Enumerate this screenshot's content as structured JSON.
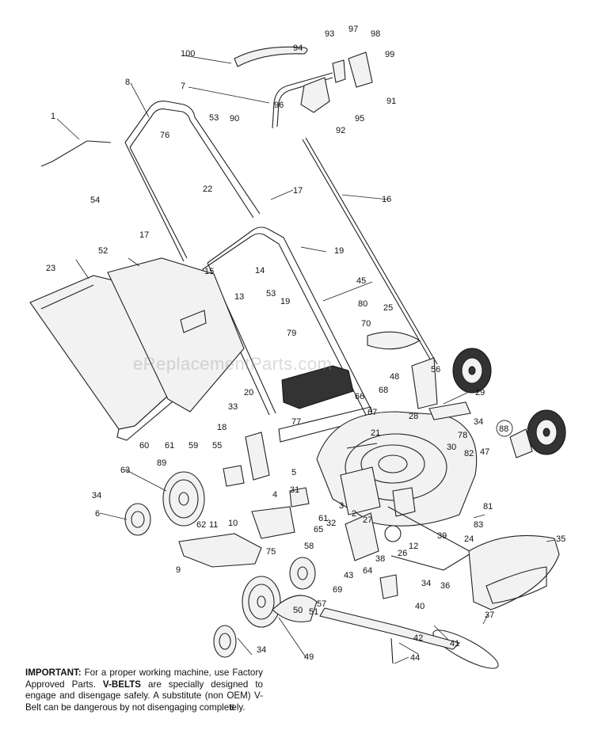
{
  "watermark": "eReplacementParts.com",
  "note": {
    "important": "IMPORTANT:",
    "part1": " For a proper working machine, use Factory Approved Parts. ",
    "vbelts": "V-BELTS",
    "part2": " are specially designed to engage and disengage safely. A substitute (non OEM) V-Belt can be dangerous by not disengaging completely."
  },
  "part_labels": [
    "1",
    "2",
    "3",
    "4",
    "5",
    "6",
    "6",
    "7",
    "8",
    "9",
    "10",
    "11",
    "12",
    "13",
    "14",
    "15",
    "16",
    "17",
    "17",
    "18",
    "19",
    "19",
    "20",
    "21",
    "22",
    "23",
    "24",
    "25",
    "26",
    "27",
    "28",
    "29",
    "30",
    "31",
    "32",
    "33",
    "34",
    "34",
    "34",
    "34",
    "35",
    "36",
    "37",
    "38",
    "39",
    "40",
    "41",
    "42",
    "43",
    "44",
    "45",
    "47",
    "48",
    "49",
    "50",
    "51",
    "52",
    "53",
    "53",
    "54",
    "55",
    "56",
    "57",
    "58",
    "59",
    "60",
    "61",
    "61",
    "62",
    "63",
    "64",
    "65",
    "66",
    "67",
    "68",
    "69",
    "70",
    "75",
    "76",
    "77",
    "78",
    "79",
    "80",
    "81",
    "82",
    "83",
    "88",
    "89",
    "90",
    "91",
    "92",
    "93",
    "94",
    "95",
    "96",
    "97",
    "98",
    "99",
    "100"
  ]
}
